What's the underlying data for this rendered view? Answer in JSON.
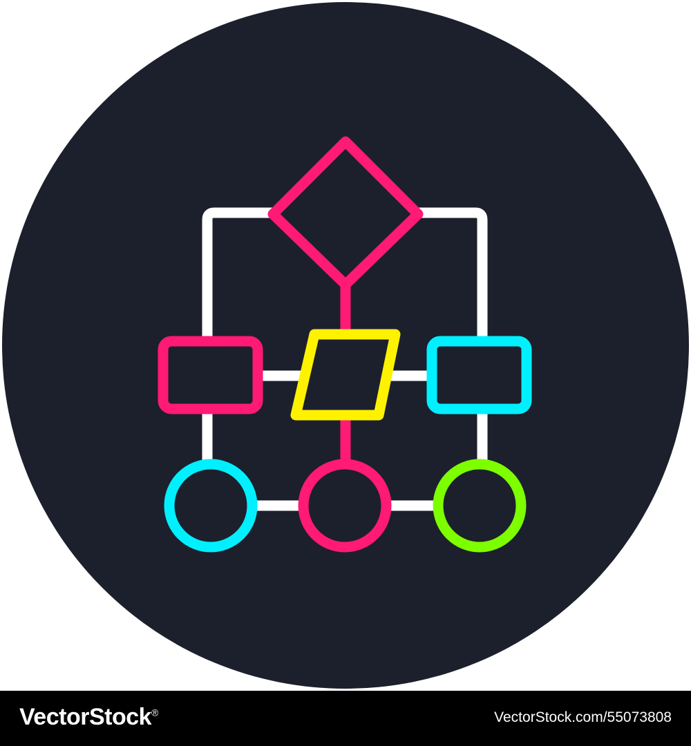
{
  "colors": {
    "background_circle": "#1c202c",
    "connector": "#ffffff",
    "magenta": "#ff1a75",
    "yellow": "#fff200",
    "cyan": "#00f0ff",
    "green": "#7dff00",
    "footer_background": "#000000",
    "footer_text": "#ffffff"
  },
  "icon": {
    "name": "flowchart-icon",
    "nodes": [
      {
        "name": "decision-diamond",
        "shape": "diamond",
        "color": "magenta"
      },
      {
        "name": "process-box-left",
        "shape": "rounded-rectangle",
        "color": "magenta"
      },
      {
        "name": "data-parallelogram",
        "shape": "parallelogram",
        "color": "yellow"
      },
      {
        "name": "process-box-right",
        "shape": "rounded-rectangle",
        "color": "cyan"
      },
      {
        "name": "terminal-circle-left",
        "shape": "circle",
        "color": "cyan"
      },
      {
        "name": "terminal-circle-center",
        "shape": "circle",
        "color": "magenta"
      },
      {
        "name": "terminal-circle-right",
        "shape": "circle",
        "color": "green"
      }
    ]
  },
  "watermark": {
    "brand": "VectorStock",
    "registered_mark": "®",
    "image_id": "VectorStock.com/55073808"
  }
}
